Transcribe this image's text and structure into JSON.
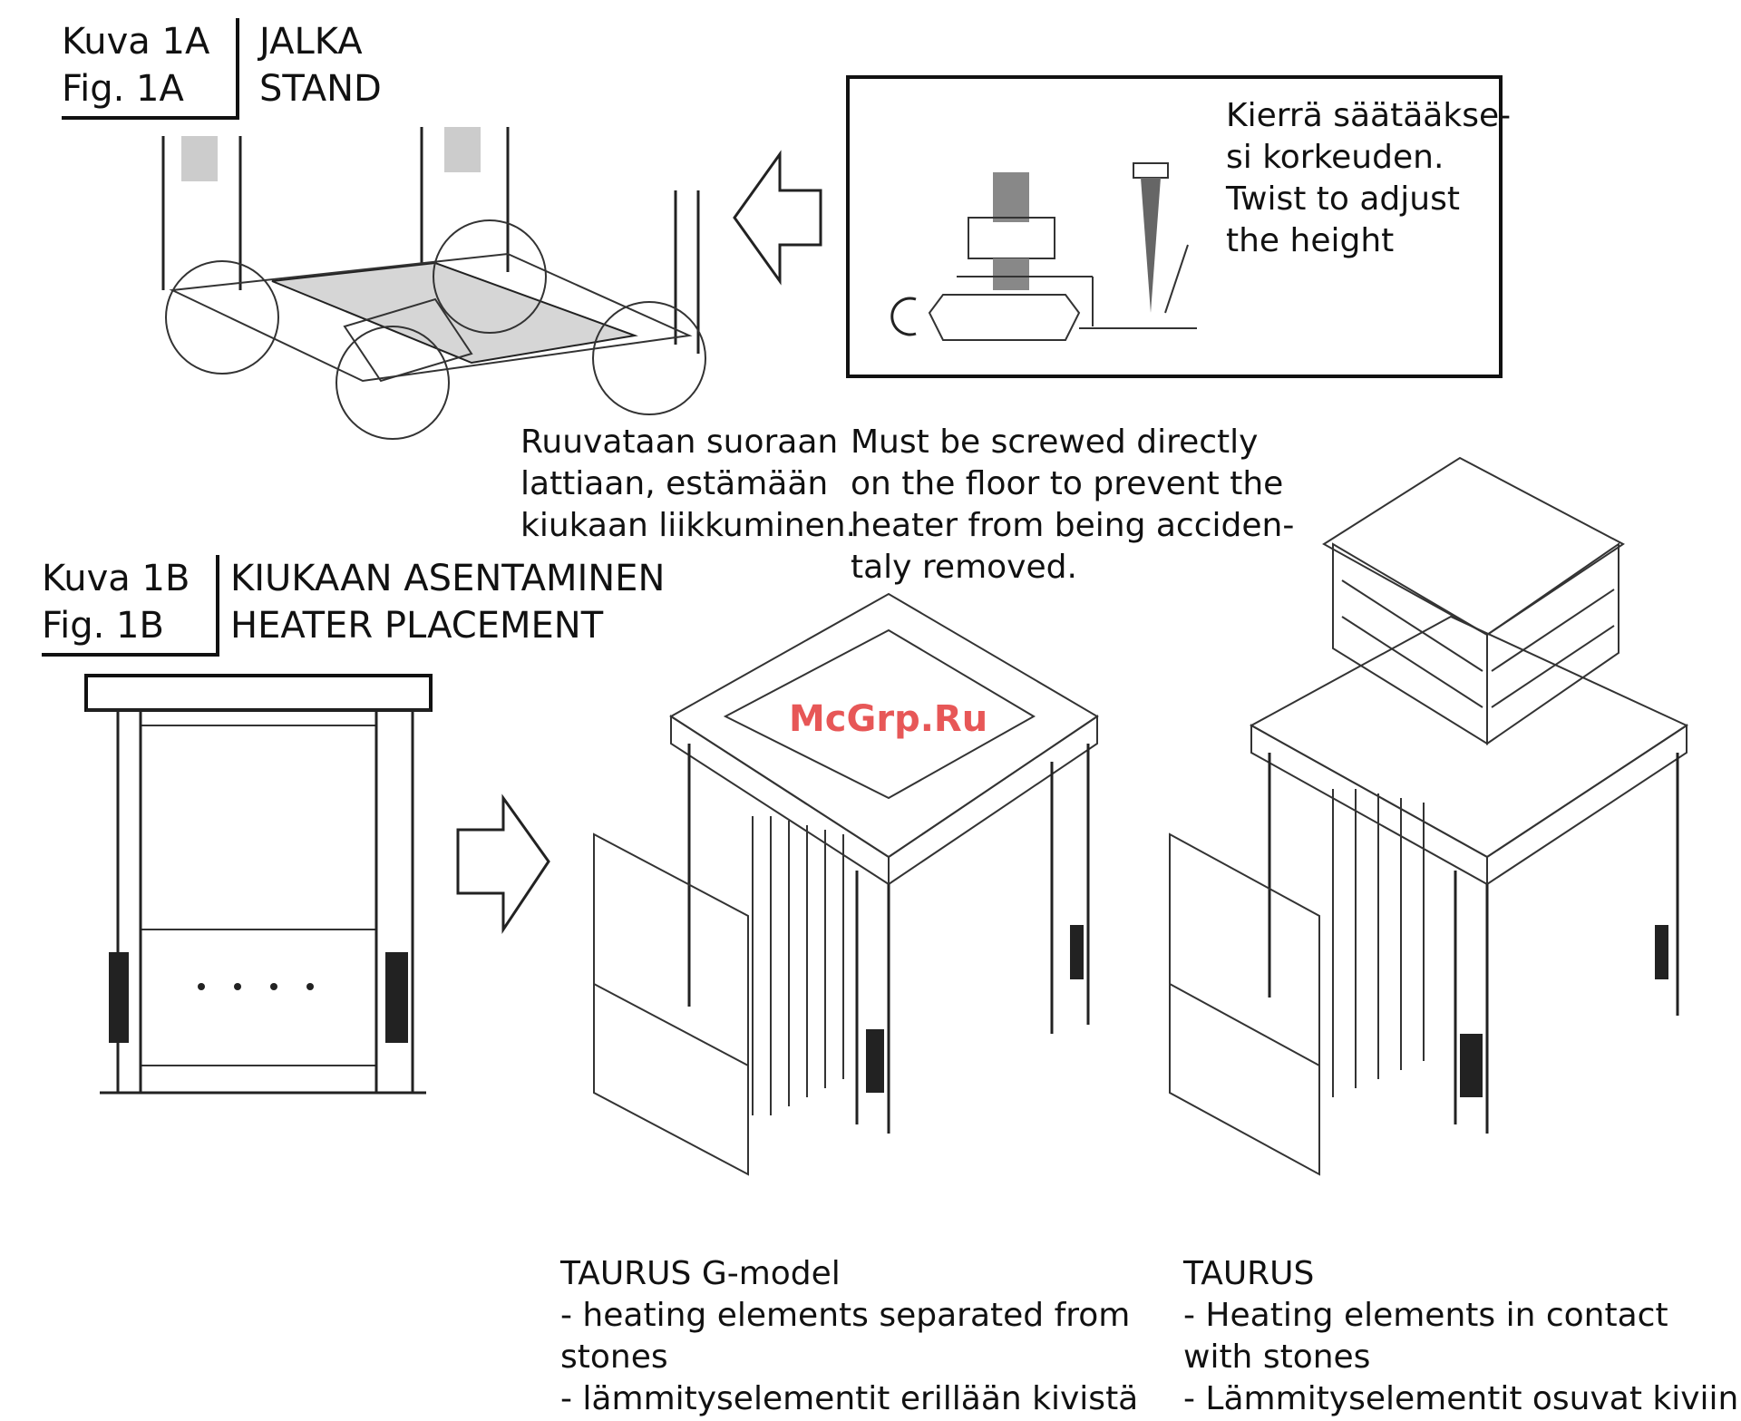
{
  "fig1a": {
    "label_fi": "Kuva 1A",
    "label_en": "Fig. 1A",
    "title_fi": "JALKA",
    "title_en": "STAND"
  },
  "adjust_note": {
    "lines": [
      "Kierrä säätääkse-",
      "si korkeuden.",
      "Twist to adjust",
      "the height"
    ]
  },
  "screw_note_fi": {
    "lines": [
      "Ruuvataan suoraan",
      "lattiaan, estämään",
      "kiukaan liikkuminen."
    ]
  },
  "screw_note_en": {
    "lines": [
      "Must be screwed directly",
      "on the floor to prevent the",
      "heater from being acciden-",
      "taly removed."
    ]
  },
  "fig1b": {
    "label_fi": "Kuva 1B",
    "label_en": "Fig. 1B",
    "title_fi": "KIUKAAN ASENTAMINEN",
    "title_en": "HEATER PLACEMENT"
  },
  "watermark": "McGrp.Ru",
  "model_g": {
    "lines": [
      "TAURUS G-model",
      "- heating elements separated from",
      "stones",
      "- lämmityselementit erillään kivistä"
    ]
  },
  "model_std": {
    "lines": [
      "TAURUS",
      "- Heating elements in contact",
      "with stones",
      "- Lämmityselementit osuvat kiviin"
    ]
  }
}
